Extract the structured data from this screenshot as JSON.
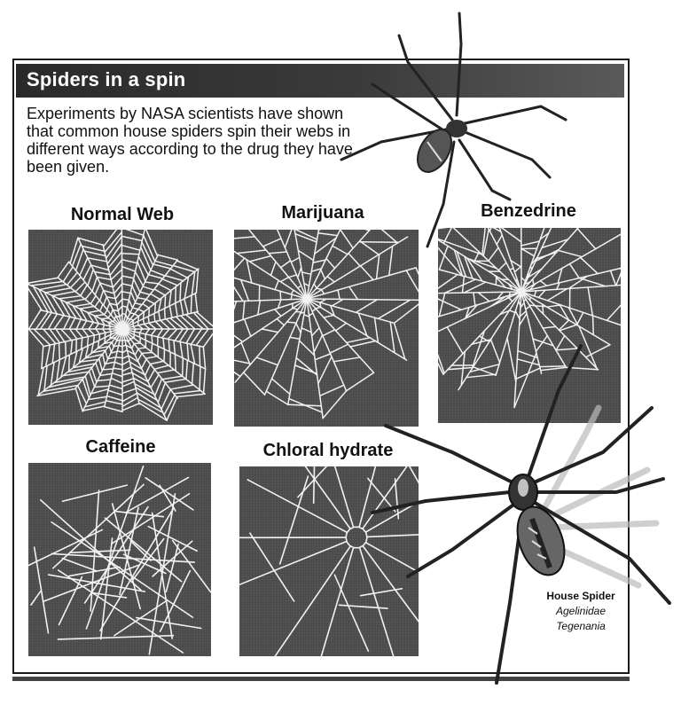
{
  "title": "Spiders in a spin",
  "intro": "Experiments by NASA scientists have shown that common house spiders spin their webs in different ways according to the drug they have been given.",
  "panels": [
    {
      "label": "Normal Web"
    },
    {
      "label": "Marijuana"
    },
    {
      "label": "Benzedrine"
    },
    {
      "label": "Caffeine"
    },
    {
      "label": "Chloral hydrate"
    }
  ],
  "caption": {
    "common_name": "House Spider",
    "sci_line1": "Agelinidae",
    "sci_line2": "Tegenania"
  }
}
